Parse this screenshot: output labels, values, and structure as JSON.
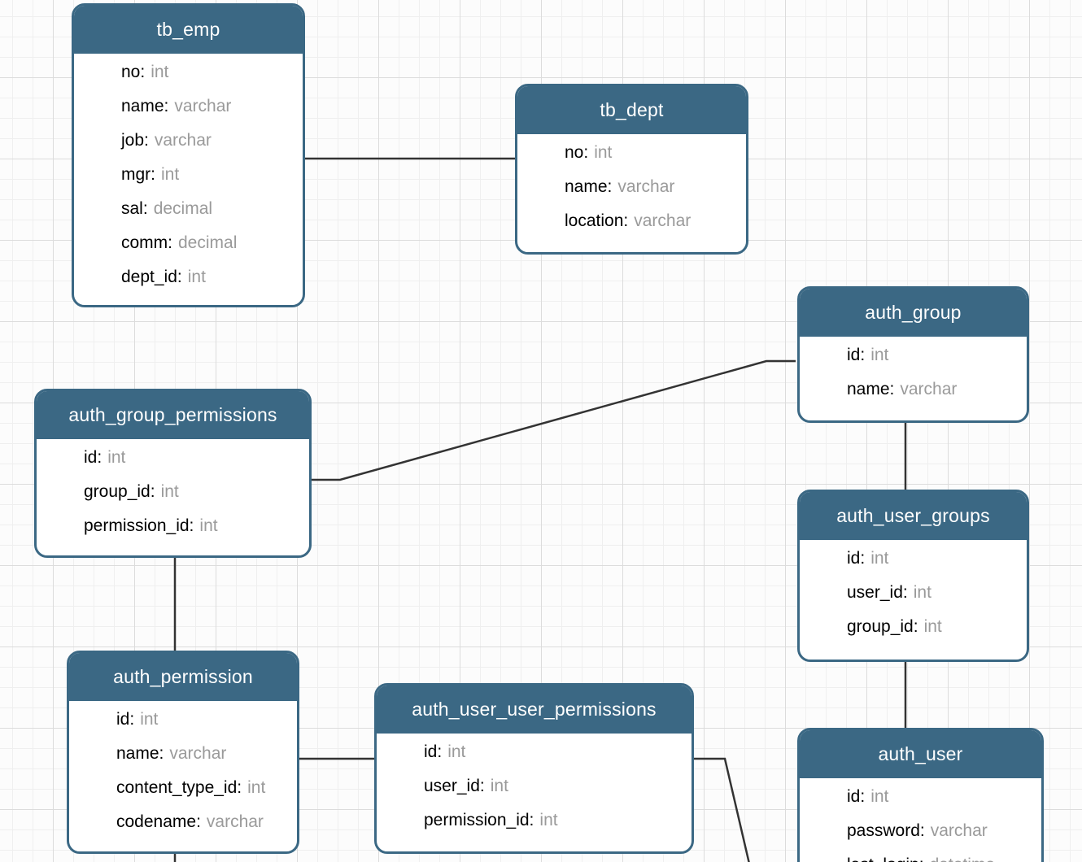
{
  "diagram_type": "entity-relationship",
  "colors": {
    "table_header": "#3b6884",
    "connector": "#333333",
    "field_name": "#000000",
    "field_type": "#9a9a9a"
  },
  "tables": {
    "tb_emp": {
      "title": "tb_emp",
      "fields": [
        {
          "name": "no:",
          "type": "int"
        },
        {
          "name": "name:",
          "type": "varchar"
        },
        {
          "name": "job:",
          "type": "varchar"
        },
        {
          "name": "mgr:",
          "type": "int"
        },
        {
          "name": "sal:",
          "type": "decimal"
        },
        {
          "name": "comm:",
          "type": "decimal"
        },
        {
          "name": "dept_id:",
          "type": "int"
        }
      ]
    },
    "tb_dept": {
      "title": "tb_dept",
      "fields": [
        {
          "name": "no:",
          "type": "int"
        },
        {
          "name": "name:",
          "type": "varchar"
        },
        {
          "name": "location:",
          "type": "varchar"
        }
      ]
    },
    "auth_group": {
      "title": "auth_group",
      "fields": [
        {
          "name": "id:",
          "type": "int"
        },
        {
          "name": "name:",
          "type": "varchar"
        }
      ]
    },
    "auth_group_permissions": {
      "title": "auth_group_permissions",
      "fields": [
        {
          "name": "id:",
          "type": "int"
        },
        {
          "name": "group_id:",
          "type": "int"
        },
        {
          "name": "permission_id:",
          "type": "int"
        }
      ]
    },
    "auth_user_groups": {
      "title": "auth_user_groups",
      "fields": [
        {
          "name": "id:",
          "type": "int"
        },
        {
          "name": "user_id:",
          "type": "int"
        },
        {
          "name": "group_id:",
          "type": "int"
        }
      ]
    },
    "auth_permission": {
      "title": "auth_permission",
      "fields": [
        {
          "name": "id:",
          "type": "int"
        },
        {
          "name": "name:",
          "type": "varchar"
        },
        {
          "name": "content_type_id:",
          "type": "int"
        },
        {
          "name": "codename:",
          "type": "varchar"
        }
      ]
    },
    "auth_user_user_permissions": {
      "title": "auth_user_user_permissions",
      "fields": [
        {
          "name": "id:",
          "type": "int"
        },
        {
          "name": "user_id:",
          "type": "int"
        },
        {
          "name": "permission_id:",
          "type": "int"
        }
      ]
    },
    "auth_user": {
      "title": "auth_user",
      "fields": [
        {
          "name": "id:",
          "type": "int"
        },
        {
          "name": "password:",
          "type": "varchar"
        },
        {
          "name": "last_login:",
          "type": "datetime"
        }
      ]
    }
  },
  "connections": [
    {
      "from": "tb_emp",
      "to": "tb_dept"
    },
    {
      "from": "auth_group_permissions",
      "to": "auth_group"
    },
    {
      "from": "auth_group",
      "to": "auth_user_groups"
    },
    {
      "from": "auth_user_groups",
      "to": "auth_user"
    },
    {
      "from": "auth_group_permissions",
      "to": "auth_permission"
    },
    {
      "from": "auth_permission",
      "to": "auth_user_user_permissions"
    },
    {
      "from": "auth_user_user_permissions",
      "to": "offscreen-bottom"
    },
    {
      "from": "auth_permission",
      "to": "offscreen-bottom"
    }
  ]
}
